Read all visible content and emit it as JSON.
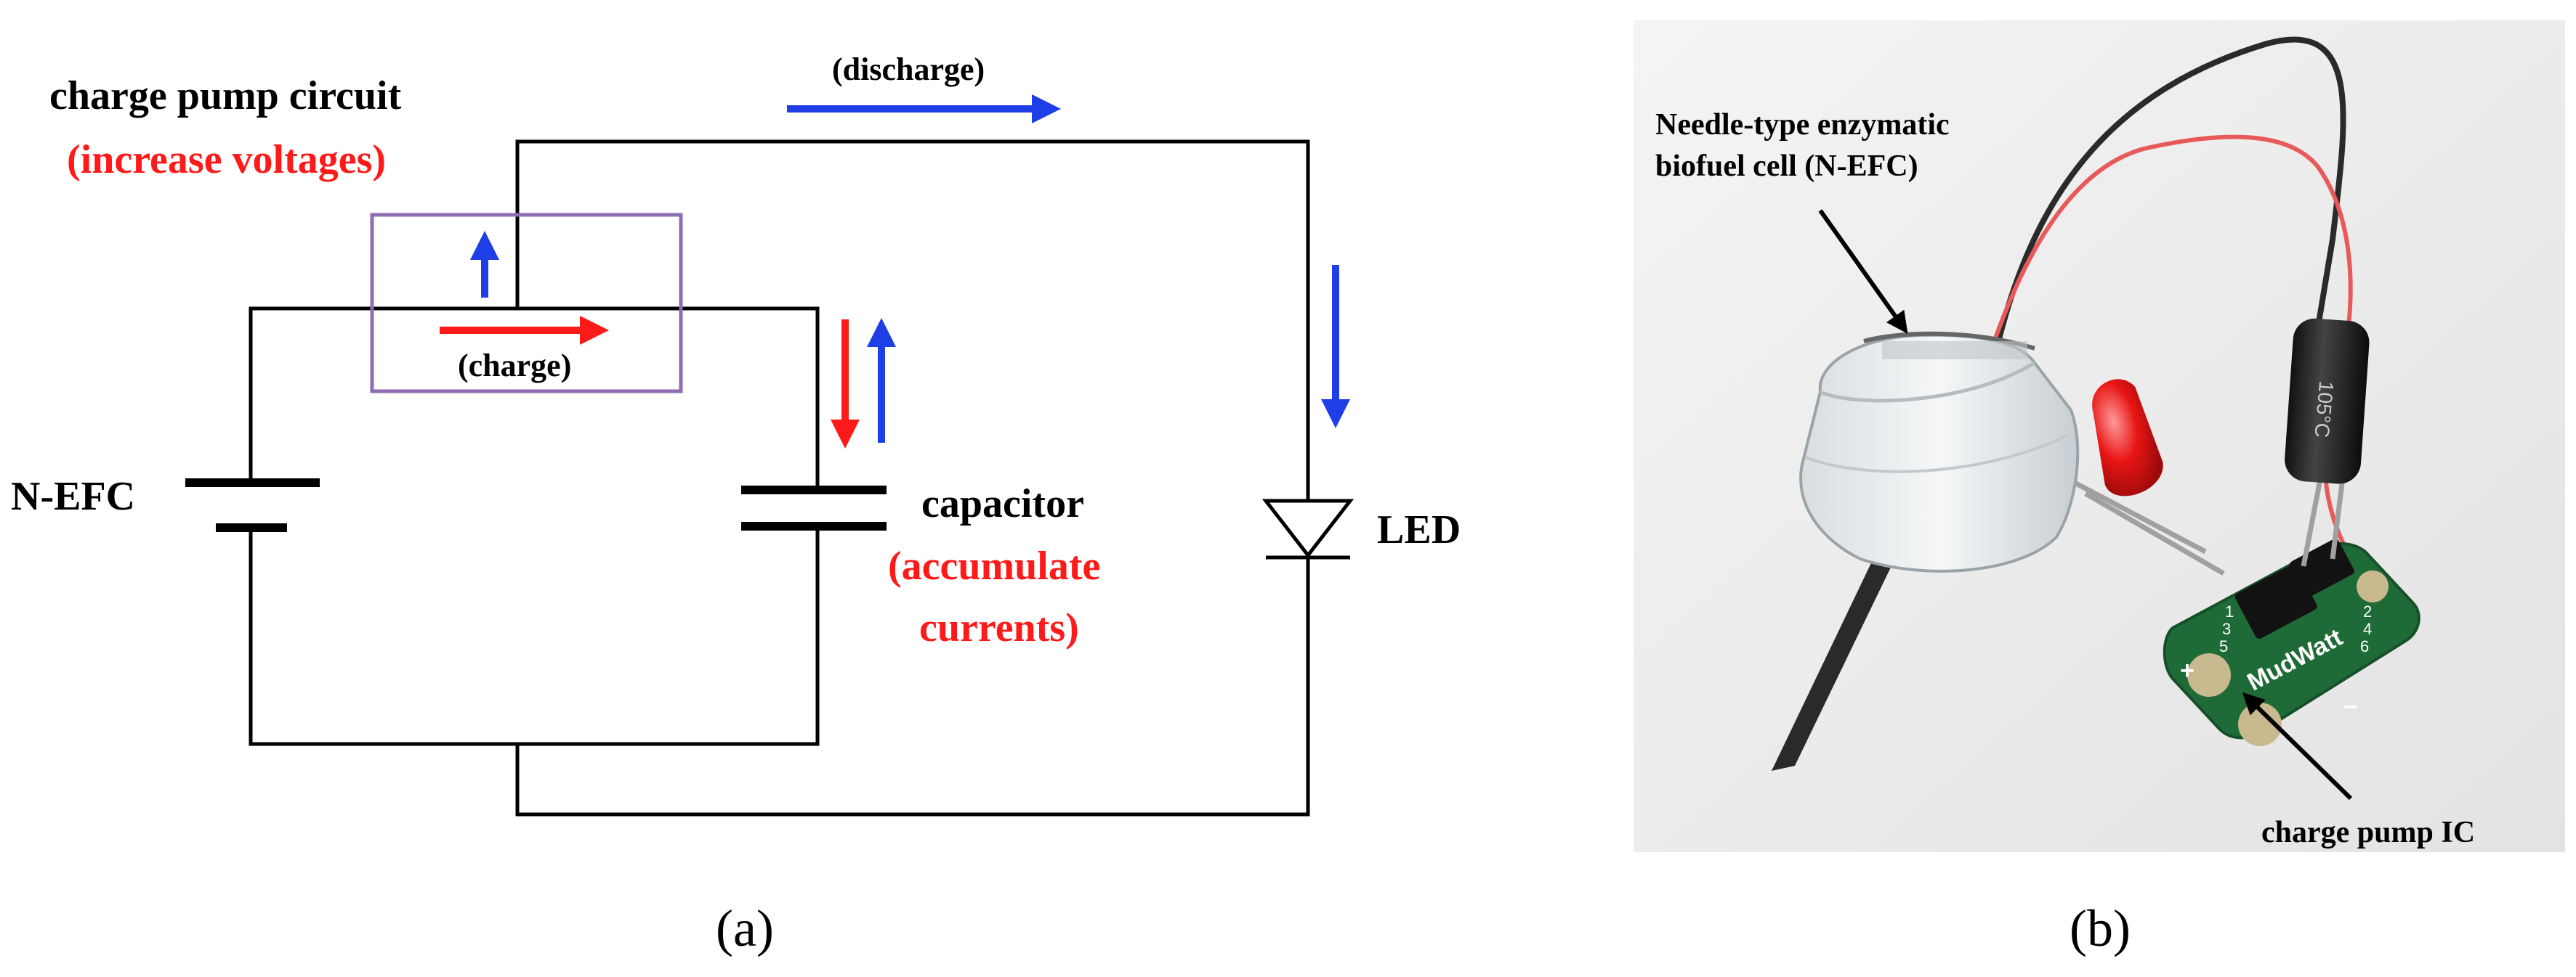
{
  "panel_a": {
    "title": "charge pump circuit",
    "title_note": "(increase voltages)",
    "discharge_label": "(discharge)",
    "charge_label": "(charge)",
    "battery_label": "N-EFC",
    "capacitor_label": "capacitor",
    "capacitor_note_line1": "(accumulate",
    "capacitor_note_line2": "currents)",
    "led_label": "LED",
    "caption": "(a)"
  },
  "panel_b": {
    "callout_efc_line1": "Needle-type enzymatic",
    "callout_efc_line2": "biofuel cell (N-EFC)",
    "callout_ic": "charge pump IC",
    "board_brand": "MudWatt",
    "cap_marking": "105°C",
    "pin_numbers": [
      "1",
      "3",
      "5",
      "2",
      "4",
      "6"
    ],
    "board_plus": "+",
    "board_minus": "−",
    "caption": "(b)"
  },
  "colors": {
    "wire": "#000000",
    "blue_arrow": "#1f3fe6",
    "red_arrow": "#ff1a1a",
    "box": "#8e6db0",
    "red_text": "#ff1a1a",
    "pcb": "#1f6b37"
  }
}
